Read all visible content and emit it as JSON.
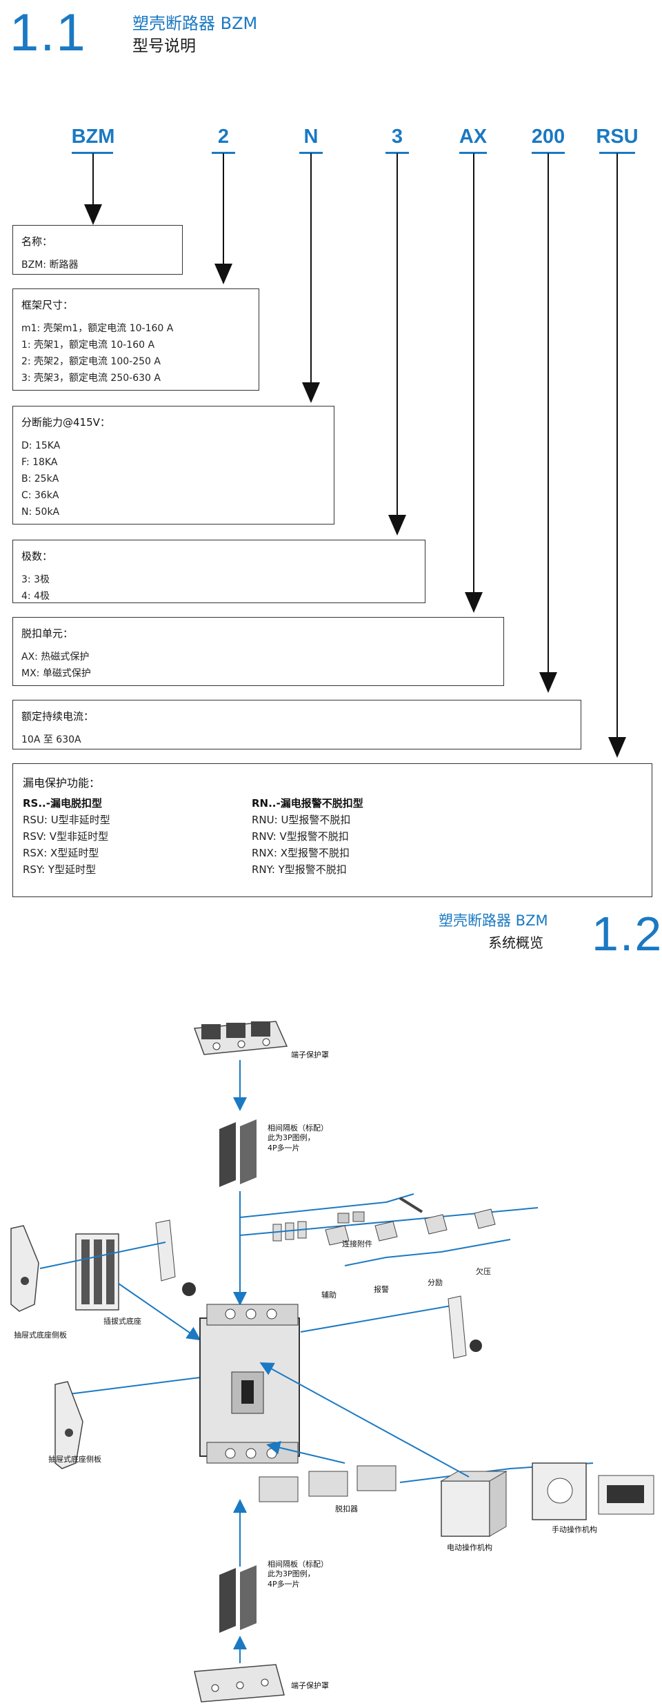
{
  "section1": {
    "number": "1.1",
    "title": "塑壳断路器 BZM",
    "subtitle": "型号说明"
  },
  "codes": [
    "BZM",
    "2",
    "N",
    "3",
    "AX",
    "200",
    "RSU"
  ],
  "boxes": {
    "name": {
      "title": "名称：",
      "lines": [
        "BZM: 断路器"
      ]
    },
    "frame": {
      "title": "框架尺寸：",
      "lines": [
        "m1: 壳架m1，额定电流 10-160 A",
        "1: 壳架1，额定电流 10-160 A",
        "2: 壳架2，额定电流 100-250 A",
        "3: 壳架3，额定电流 250-630 A"
      ]
    },
    "breaking": {
      "title": "分断能力@415V：",
      "lines": [
        "D: 15KA",
        "F: 18KA",
        "B: 25kA",
        "C: 36kA",
        "N: 50kA"
      ]
    },
    "poles": {
      "title": "极数：",
      "lines": [
        "3: 3极",
        "4: 4极"
      ]
    },
    "trip": {
      "title": "脱扣单元：",
      "lines": [
        "AX: 热磁式保护",
        "MX: 单磁式保护"
      ]
    },
    "current": {
      "title": "额定持续电流：",
      "lines": [
        "10A 至 630A"
      ]
    },
    "leakage": {
      "title": "漏电保护功能：",
      "left_head": "RS..-漏电脱扣型",
      "left_lines": [
        "RSU: U型非延时型",
        "RSV: V型非延时型",
        "RSX: X型延时型",
        "RSY: Y型延时型"
      ],
      "right_head": "RN..-漏电报警不脱扣型",
      "right_lines": [
        "RNU: U型报警不脱扣",
        "RNV: V型报警不脱扣",
        "RNX: X型报警不脱扣",
        "RNY: Y型报警不脱扣"
      ]
    }
  },
  "section2": {
    "number": "1.2",
    "title": "塑壳断路器 BZM",
    "subtitle": "系统概览"
  },
  "diagram_labels": {
    "terminal_cover_top": "端子保护罩",
    "phase_barrier_top": [
      "相间隔板（标配）",
      "此为3P图例，",
      "4P多一片"
    ],
    "connection_parts": "连接附件",
    "aux": "辅助",
    "alarm": "报警",
    "shunt": "分励",
    "undervoltage": "欠压",
    "drawout_side_top": "抽屉式底座侧板",
    "plugin_base": "插拔式底座",
    "drawout_side_bottom": "抽屉式底座侧板",
    "release": "脱扣器",
    "motor_operator": "电动操作机构",
    "manual_operator": "手动操作机构",
    "phase_barrier_bottom": [
      "相间隔板（标配）",
      "此为3P图例，",
      "4P多一片"
    ],
    "terminal_cover_bottom": "端子保护罩"
  },
  "colors": {
    "accent": "#1a79c2",
    "line": "#111111",
    "border": "#333333"
  }
}
